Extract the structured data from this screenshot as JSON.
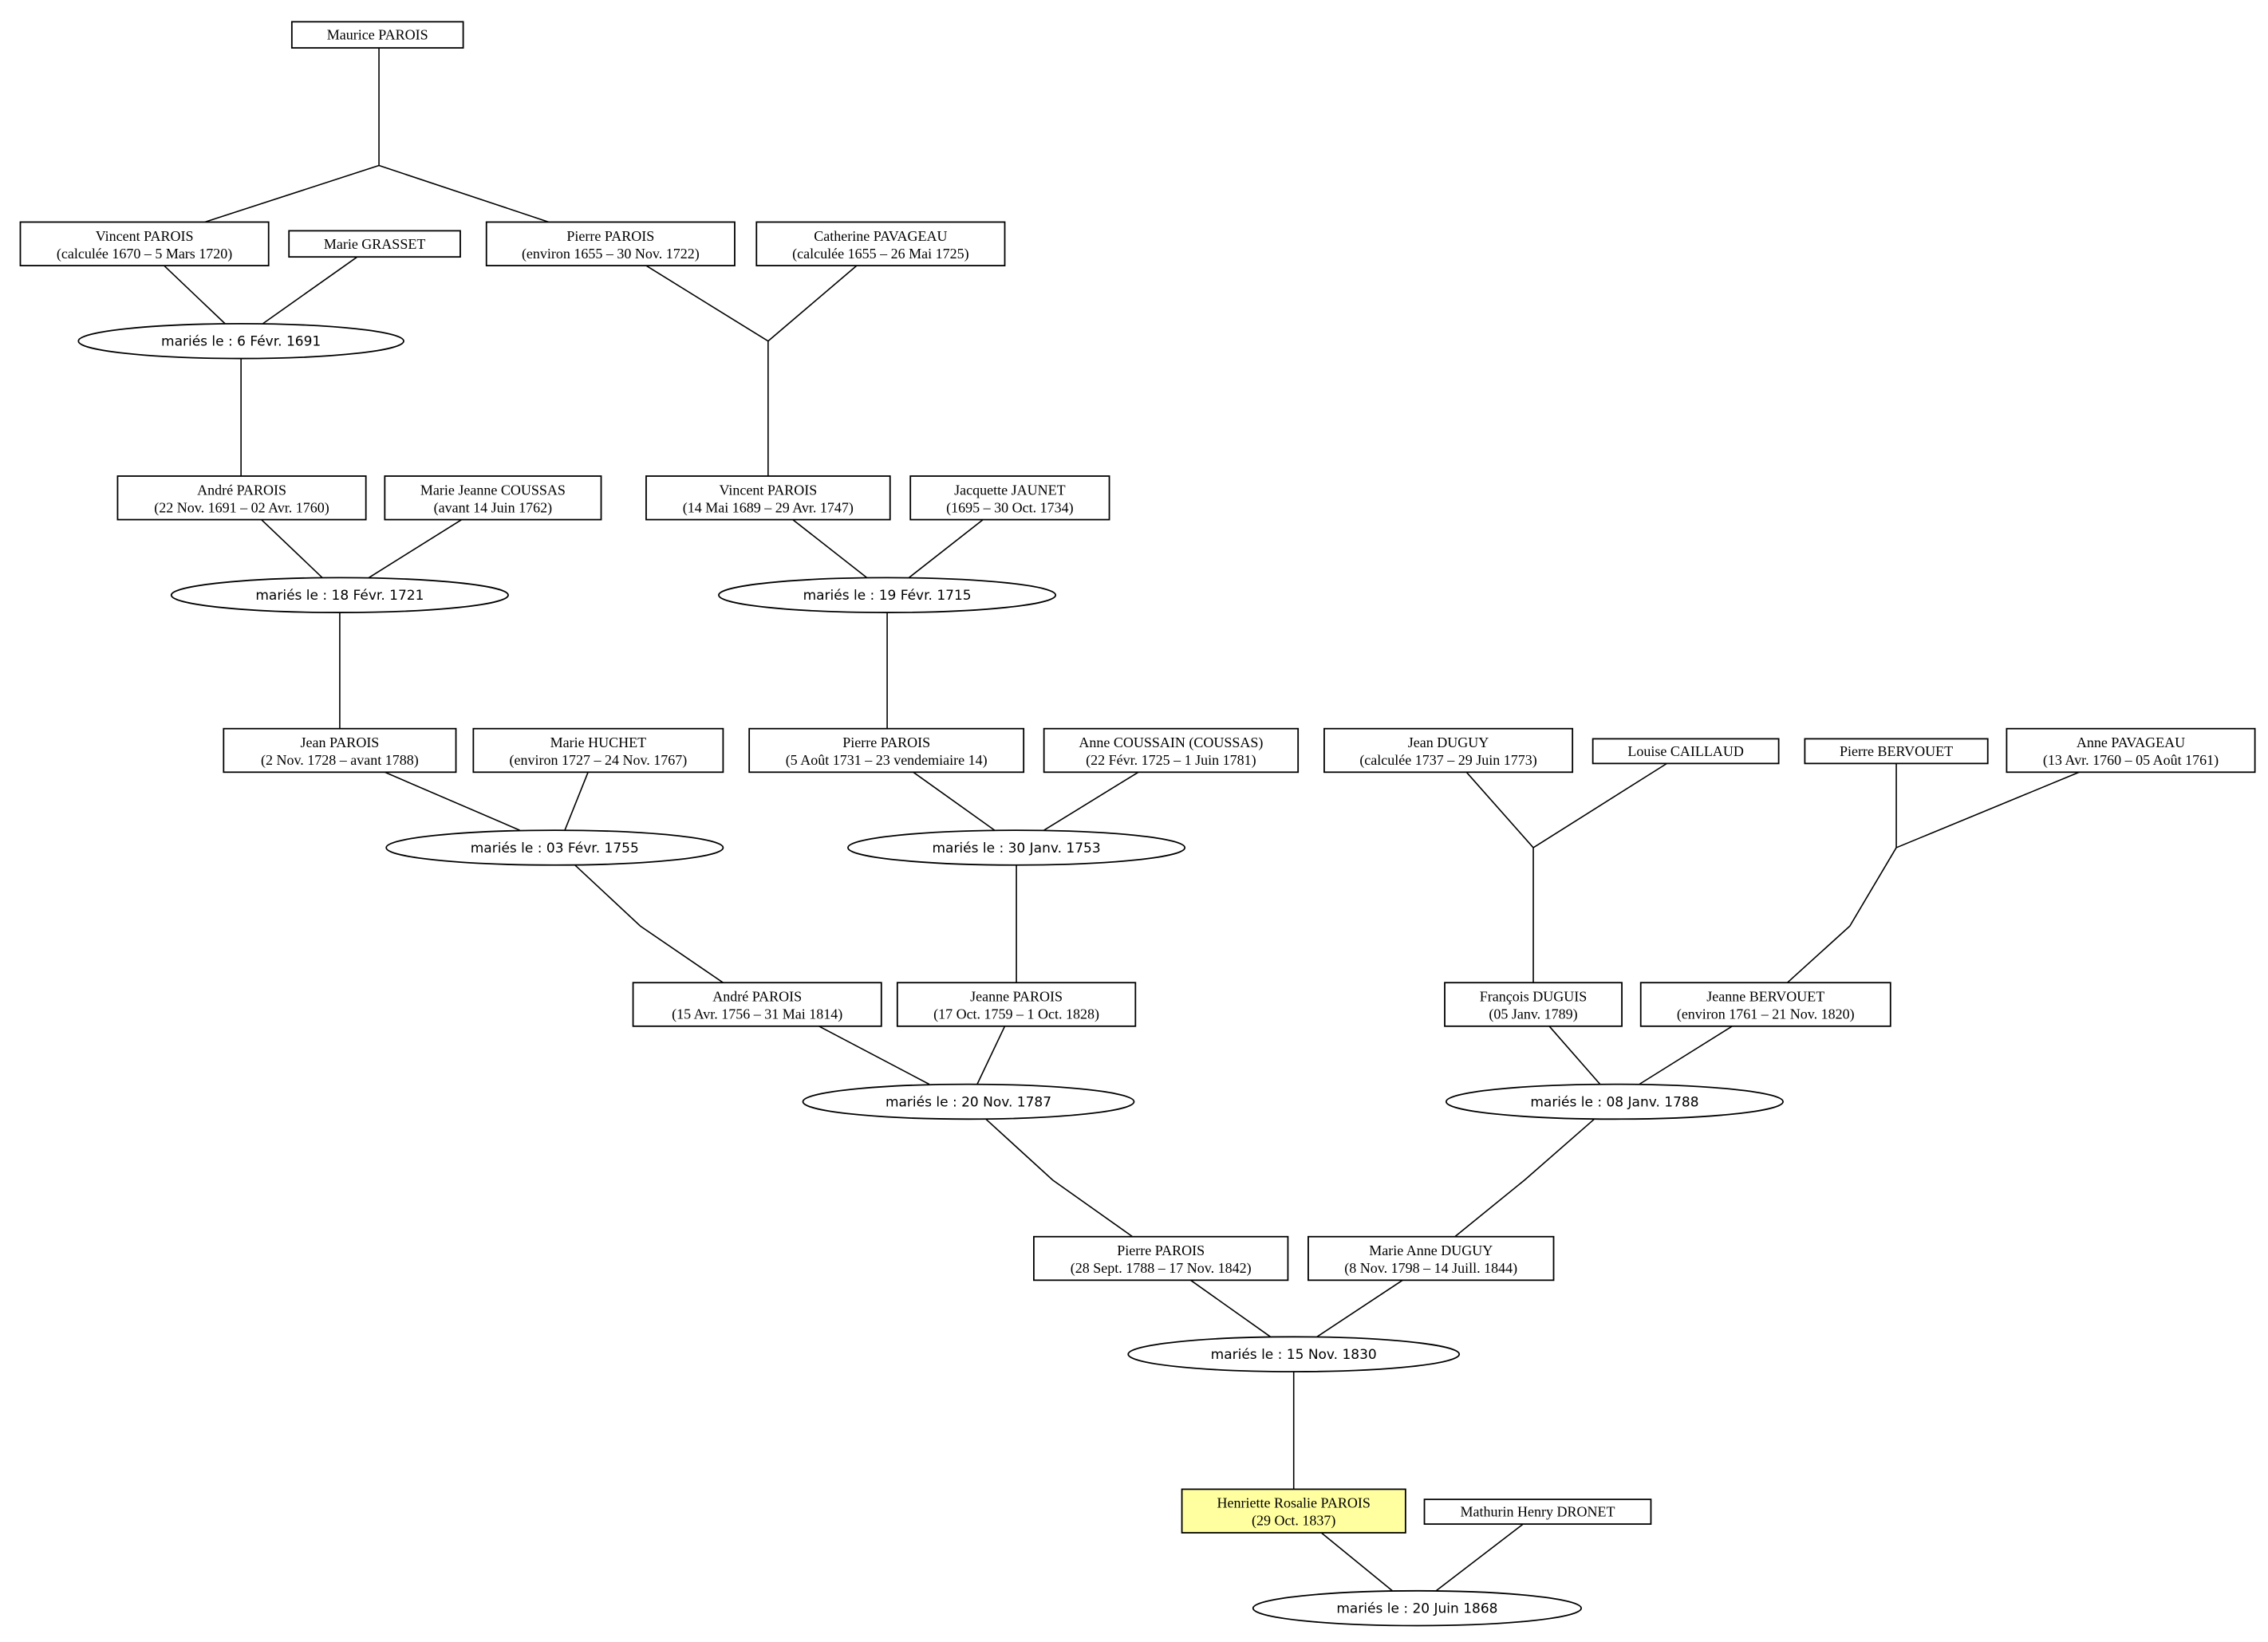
{
  "colors": {
    "line": "#000000",
    "box_fill": "#ffffff",
    "highlight_fill": "#ffffa0"
  },
  "persons": {
    "maurice": {
      "name": "Maurice PAROIS",
      "dates": ""
    },
    "vincent1": {
      "name": "Vincent PAROIS",
      "dates": "(calculée 1670 – 5 Mars 1720)"
    },
    "marie_grasset": {
      "name": "Marie GRASSET",
      "dates": ""
    },
    "pierre1": {
      "name": "Pierre PAROIS",
      "dates": "(environ 1655 – 30 Nov. 1722)"
    },
    "catherine": {
      "name": "Catherine PAVAGEAU",
      "dates": "(calculée 1655 – 26 Mai 1725)"
    },
    "andre1": {
      "name": "André PAROIS",
      "dates": "(22 Nov. 1691 – 02 Avr. 1760)"
    },
    "mj_coussas": {
      "name": "Marie Jeanne COUSSAS",
      "dates": "(avant 14 Juin 1762)"
    },
    "vincent2": {
      "name": "Vincent PAROIS",
      "dates": "(14 Mai 1689 – 29 Avr. 1747)"
    },
    "jacquette": {
      "name": "Jacquette JAUNET",
      "dates": "(1695 – 30 Oct. 1734)"
    },
    "jean_parois": {
      "name": "Jean PAROIS",
      "dates": "(2 Nov. 1728 – avant 1788)"
    },
    "marie_huchet": {
      "name": "Marie HUCHET",
      "dates": "(environ 1727 – 24 Nov. 1767)"
    },
    "pierre2": {
      "name": "Pierre PAROIS",
      "dates": "(5 Août 1731 – 23 vendemiaire 14)"
    },
    "anne_coussain": {
      "name": "Anne COUSSAIN (COUSSAS)",
      "dates": "(22 Févr. 1725 – 1 Juin 1781)"
    },
    "jean_duguy": {
      "name": "Jean DUGUY",
      "dates": "(calculée 1737 – 29 Juin 1773)"
    },
    "louise": {
      "name": "Louise CAILLAUD",
      "dates": ""
    },
    "pierre_bervouet": {
      "name": "Pierre BERVOUET",
      "dates": ""
    },
    "anne_pavageau": {
      "name": "Anne PAVAGEAU",
      "dates": "(13 Avr. 1760 – 05 Août 1761)"
    },
    "andre2": {
      "name": "André PAROIS",
      "dates": "(15 Avr. 1756 – 31 Mai 1814)"
    },
    "jeanne_parois": {
      "name": "Jeanne PAROIS",
      "dates": "(17 Oct. 1759 – 1 Oct. 1828)"
    },
    "francois": {
      "name": "François DUGUIS",
      "dates": "(05 Janv. 1789)"
    },
    "jeanne_bervouet": {
      "name": "Jeanne BERVOUET",
      "dates": "(environ 1761 – 21 Nov. 1820)"
    },
    "pierre3": {
      "name": "Pierre PAROIS",
      "dates": "(28 Sept. 1788 – 17 Nov. 1842)"
    },
    "marie_anne": {
      "name": "Marie Anne DUGUY",
      "dates": "(8 Nov. 1798 – 14 Juill. 1844)"
    },
    "henriette": {
      "name": "Henriette Rosalie PAROIS",
      "dates": "(29 Oct. 1837)",
      "highlighted": true
    },
    "mathurin": {
      "name": "Mathurin Henry DRONET",
      "dates": ""
    }
  },
  "marriages": {
    "m1691": {
      "label": "mariés le : 6 Févr. 1691"
    },
    "m1721": {
      "label": "mariés le : 18 Févr. 1721"
    },
    "m1715": {
      "label": "mariés le : 19 Févr. 1715"
    },
    "m1755": {
      "label": "mariés le : 03 Févr. 1755"
    },
    "m1753": {
      "label": "mariés le : 30 Janv. 1753"
    },
    "m1787": {
      "label": "mariés le : 20 Nov. 1787"
    },
    "m1788": {
      "label": "mariés le : 08 Janv. 1788"
    },
    "m1830": {
      "label": "mariés le : 15 Nov. 1830"
    },
    "m1868": {
      "label": "mariés le : 20 Juin 1868"
    }
  }
}
